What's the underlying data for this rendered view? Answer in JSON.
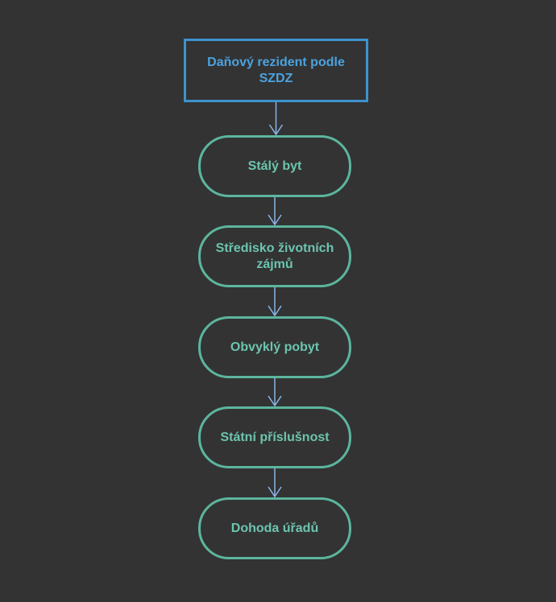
{
  "diagram": {
    "colors": {
      "background": "#333333",
      "root_border": "#3d93cf",
      "root_text": "#4aa3df",
      "step_border": "#5cb59e",
      "step_text": "#6cc5ae",
      "arrow": "#8ab4e8"
    },
    "root": {
      "label": "Daňový rezident podle SZDZ",
      "shape": "rectangle"
    },
    "steps": [
      {
        "label": "Stálý byt",
        "shape": "rounded-pill"
      },
      {
        "label": "Středisko životních zájmů",
        "shape": "rounded-pill"
      },
      {
        "label": "Obvyklý pobyt",
        "shape": "rounded-pill"
      },
      {
        "label": "Státní příslušnost",
        "shape": "rounded-pill"
      },
      {
        "label": "Dohoda úřadů",
        "shape": "rounded-pill"
      }
    ],
    "edges": [
      {
        "from": "root",
        "to": "steps.0"
      },
      {
        "from": "steps.0",
        "to": "steps.1"
      },
      {
        "from": "steps.1",
        "to": "steps.2"
      },
      {
        "from": "steps.2",
        "to": "steps.3"
      },
      {
        "from": "steps.3",
        "to": "steps.4"
      }
    ]
  }
}
